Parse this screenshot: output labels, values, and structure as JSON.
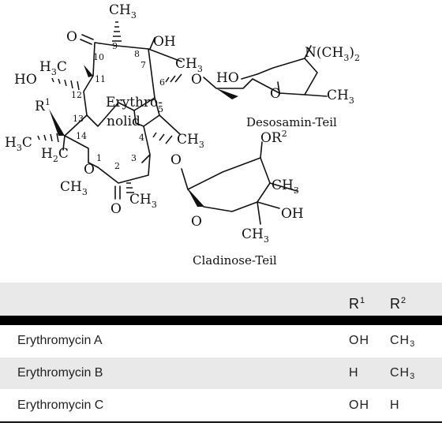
{
  "structure": {
    "labels": {
      "ch3_top": "CH",
      "ch3_top_sub": "3",
      "o_keto": "O",
      "oh_8": "OH",
      "ch3_7": "CH",
      "ch3_7_sub": "3",
      "h3c_11a": "H",
      "h3c_11a_sub": "3",
      "h3c_11b": "C",
      "ho_12": "HO",
      "r1": "R",
      "r1_sup": "1",
      "core_line1": "Erythro-",
      "core_line2": "nolid",
      "ch3_5": "CH",
      "ch3_5_sub": "3",
      "h3c_13a": "H",
      "h3c_13a_sub": "3",
      "h3c_13b": "C",
      "h2c_a": "H",
      "h2c_sub": "2",
      "h2c_b": "C",
      "ch3_ethyl": "CH",
      "ch3_ethyl_sub": "3",
      "o_ring": "O",
      "o_ester": "O",
      "ch3_3": "CH",
      "ch3_3_sub": "3",
      "o_glyc1": "O",
      "o_glyc2": "O",
      "nme2": "N(CH",
      "nme2_sub1": "3",
      "nme2_end": ")",
      "nme2_sub2": "2",
      "ho_deso": "HO",
      "o_deso_ring": "O",
      "ch3_deso": "CH",
      "ch3_deso_sub": "3",
      "deso_caption": "Desosamin-Teil",
      "or2": "OR",
      "or2_sup": "2",
      "ch3_clad1": "CH",
      "ch3_clad1_sub": "3",
      "oh_clad": "OH",
      "o_clad_ring": "O",
      "ch3_clad2": "CH",
      "ch3_clad2_sub": "3",
      "clad_caption": "Cladinose-Teil"
    },
    "ring_numbers": [
      "1",
      "2",
      "3",
      "4",
      "5",
      "6",
      "7",
      "8",
      "9",
      "10",
      "11",
      "12",
      "13",
      "14"
    ]
  },
  "table": {
    "header": {
      "name": "",
      "r1": "R",
      "r1_sup": "1",
      "r2": "R",
      "r2_sup": "2"
    },
    "rows": [
      {
        "name": "Erythromycin A",
        "r1": "OH",
        "r2": "CH",
        "r2_sub": "3"
      },
      {
        "name": "Erythromycin B",
        "r1": "H",
        "r2": "CH",
        "r2_sub": "3"
      },
      {
        "name": "Erythromycin C",
        "r1": "OH",
        "r2": "H",
        "r2_sub": ""
      }
    ]
  }
}
